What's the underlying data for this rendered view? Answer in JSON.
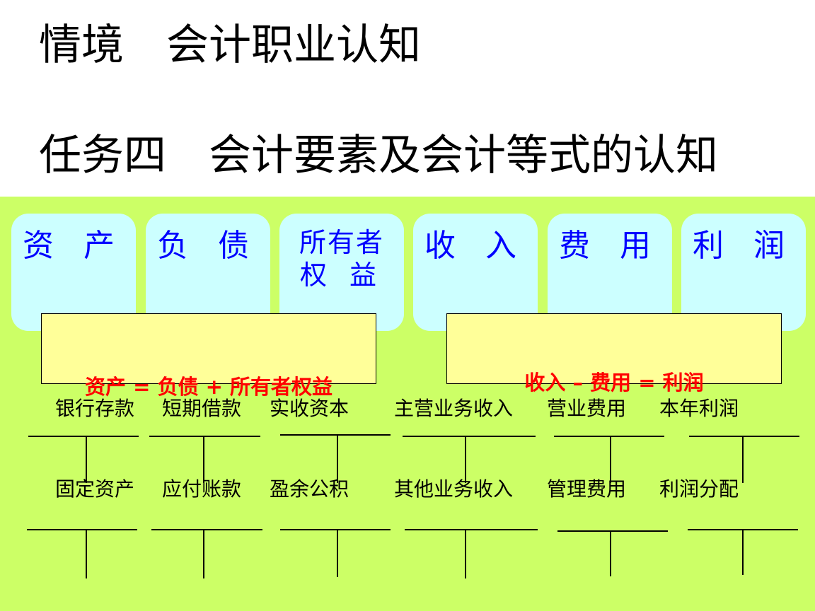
{
  "title_line1": "情境　会计职业认知",
  "title_line2": "任务四　会计要素及会计等式的认知",
  "elements": {
    "assets": "资 产",
    "liabilities": "负 债",
    "equity_line1": "所有者",
    "equity_line2": "权 益",
    "revenue": "收 入",
    "expenses": "费 用",
    "profit": "利 润"
  },
  "equations": {
    "balance": "资产 = 负债 + 所有者权益",
    "income": "收入 – 费用 = 利润"
  },
  "accounts_row1": [
    "银行存款",
    "短期借款",
    "实收资本",
    "主营业务收入",
    "营业费用",
    "本年利润"
  ],
  "accounts_row2": [
    "固定资产",
    "应付账款",
    "盈余公积",
    "其他业务收入",
    "管理费用",
    "利润分配"
  ],
  "colors": {
    "panel": "#ccff66",
    "element_box": "#ccffff",
    "element_text": "#0000ff",
    "equation_box": "#ffff99",
    "equation_text": "#ff0000"
  }
}
